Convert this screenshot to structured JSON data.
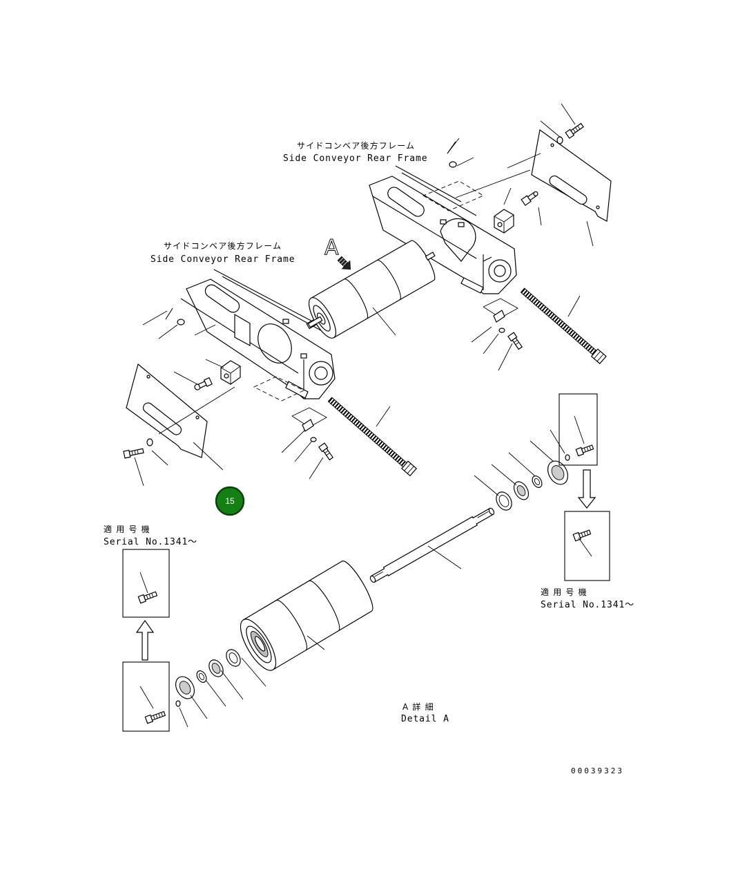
{
  "labels": {
    "frame_upper": {
      "jp": "サイドコンベア後方フレーム",
      "en": "Side Conveyor Rear Frame"
    },
    "frame_lower": {
      "jp": "サイドコンベア後方フレーム",
      "en": "Side Conveyor Rear Frame"
    },
    "view_marker": "A",
    "serial_left": {
      "jp": "適 用 号 機",
      "en": "Serial No.1341～"
    },
    "serial_right": {
      "jp": "適 用 号 機",
      "en": "Serial No.1341～"
    },
    "detail": {
      "jp": "A 詳 細",
      "en": "Detail A"
    },
    "drawing_number": "00039323"
  },
  "callout": {
    "number": "15",
    "color": "#138013",
    "border": "#0b3f0b"
  }
}
